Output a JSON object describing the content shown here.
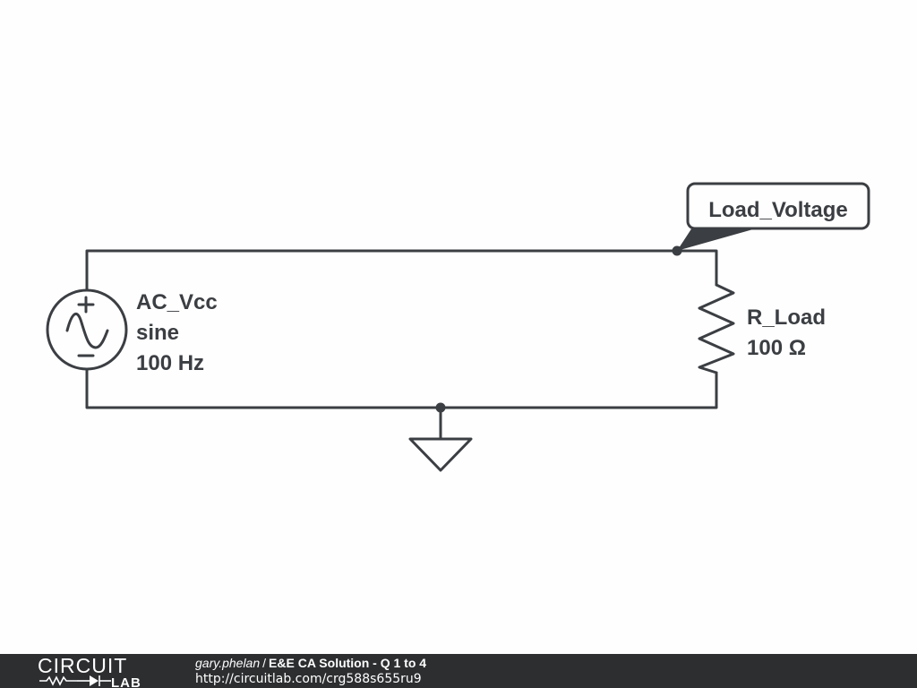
{
  "schematic": {
    "source": {
      "name": "AC_Vcc",
      "waveform": "sine",
      "frequency": "100 Hz"
    },
    "resistor": {
      "name": "R_Load",
      "value": "100 Ω"
    },
    "probe": {
      "label": "Load_Voltage"
    },
    "ground": {
      "symbol": "ground-symbol"
    },
    "colors": {
      "wire": "#3b3e42",
      "footer_bg": "#2c2e30"
    }
  },
  "footer": {
    "logo_top": "CIRCUIT",
    "logo_bottom": "LAB",
    "user": "gary.phelan",
    "separator": "/",
    "title": "E&E CA Solution - Q 1 to 4",
    "url": "http://circuitlab.com/crg588s655ru9"
  }
}
